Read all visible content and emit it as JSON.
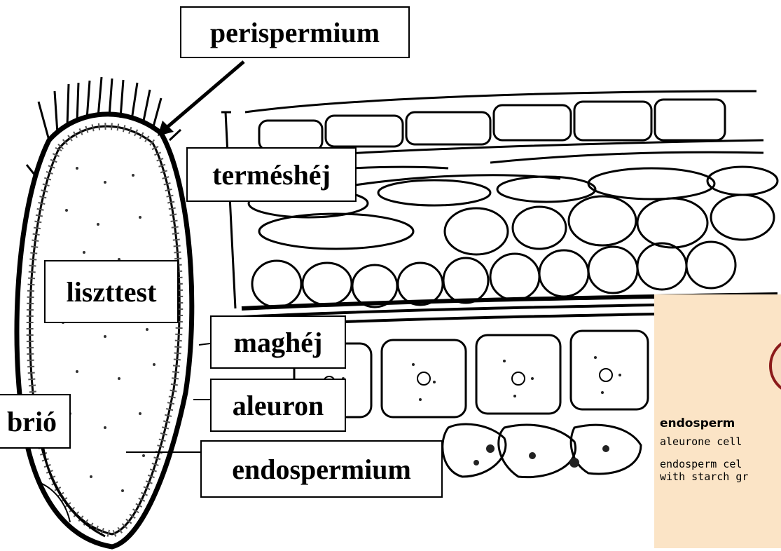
{
  "labels": {
    "perispermium": "perispermium",
    "termeshej": "terméshéj",
    "liszttest": "liszttest",
    "maghej": "maghéj",
    "aleuron": "aleuron",
    "embrio": "brió",
    "endospermium": "endospermium"
  },
  "inset": {
    "title": "endosperm",
    "line1": "aleurone cell",
    "line2a": "endosperm cel",
    "line2b": "with starch gr"
  },
  "colors": {
    "inset_bg": "#fbe4c6",
    "circle": "#8b1a1a"
  }
}
